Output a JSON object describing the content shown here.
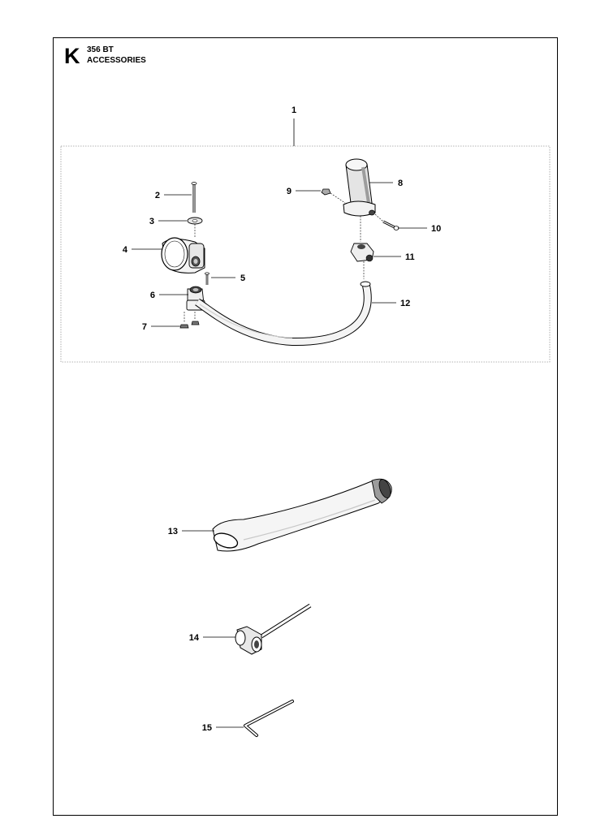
{
  "header": {
    "section_letter": "K",
    "model": "356 BT",
    "title": "ACCESSORIES"
  },
  "callouts": [
    "1",
    "2",
    "3",
    "4",
    "5",
    "6",
    "7",
    "8",
    "9",
    "10",
    "11",
    "12",
    "13",
    "14",
    "15"
  ],
  "colors": {
    "ink": "#000000",
    "dash": "#9a9a9a",
    "shade": "#cfcfcf",
    "light": "#f2f2f2"
  }
}
